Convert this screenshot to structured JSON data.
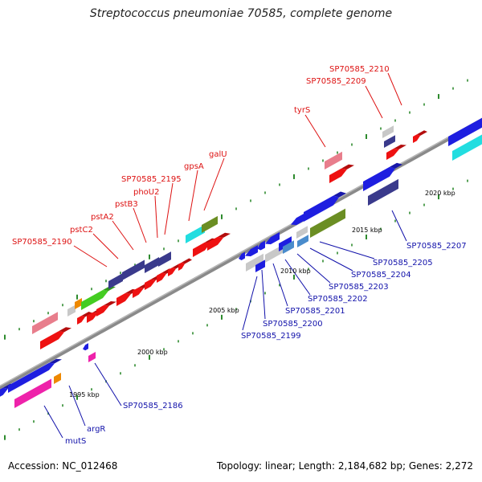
{
  "title": "Streptococcus pneumoniae 70585, complete genome",
  "footer": {
    "accession": "Accession: NC_012468",
    "topology": "Topology: linear; Length: 2,184,682 bp; Genes: 2,272"
  },
  "colors": {
    "backbone": "#8a8a8a",
    "tick": "#2e8b2e",
    "label_upper": "#dd1111",
    "label_lower": "#1111aa",
    "blue": "#1e1ee0",
    "red": "#ee1111",
    "navy": "#3a3a8c",
    "pink": "#e87e8c",
    "green": "#44cc22",
    "olive": "#6b8e23",
    "cyan": "#22dde0",
    "magenta": "#ee22aa",
    "orange": "#ee8800",
    "steel": "#4a8ccc",
    "lightgray": "#c8c8c8"
  },
  "scale": [
    "1995 kbp",
    "2000 kbp",
    "2005 kbp",
    "2010 kbp",
    "2015 kbp",
    "2020 kbp"
  ],
  "labels_upper": [
    "SP70585_2190",
    "pstC2",
    "pstA2",
    "pstB3",
    "phoU2",
    "SP70585_2195",
    "gpsA",
    "galU",
    "tyrS",
    "SP70585_2209",
    "SP70585_2210"
  ],
  "labels_lower": [
    "mutS",
    "argR",
    "SP70585_2186",
    "SP70585_2199",
    "SP70585_2200",
    "SP70585_2201",
    "SP70585_2202",
    "SP70585_2203",
    "SP70585_2204",
    "SP70585_2205",
    "SP70585_2207"
  ]
}
